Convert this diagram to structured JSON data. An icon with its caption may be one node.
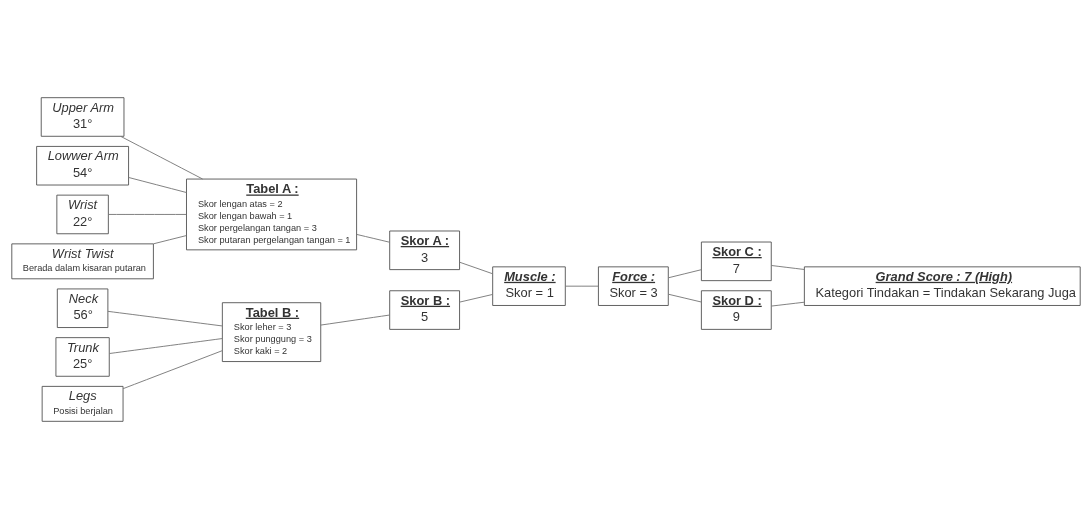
{
  "diagram": {
    "nodes": [
      {
        "text": [
          "Upper Arm",
          "31°"
        ]
      },
      {
        "text": [
          "Lowwer Arm",
          "54°"
        ]
      },
      {
        "text": [
          "Wrist",
          "22°"
        ]
      },
      {
        "text": [
          "Wrist Twist",
          "Berada dalam kisaran putaran"
        ]
      },
      {
        "text": [
          "Tabel A :",
          "Skor lengan atas = 2",
          "Skor lengan bawah = 1",
          "Skor pergelangan tangan = 3",
          "Skor putaran pergelangan tangan = 1"
        ]
      },
      {
        "text": [
          "Skor A :",
          "3"
        ]
      },
      {
        "text": [
          "Neck",
          "56°"
        ]
      },
      {
        "text": [
          "Trunk",
          "25°"
        ]
      },
      {
        "text": [
          "Legs",
          "Posisi berjalan"
        ]
      },
      {
        "text": [
          "Tabel B :",
          "Skor leher = 3",
          "Skor punggung = 3",
          "Skor kaki = 2"
        ]
      },
      {
        "text": [
          "Skor B :",
          "5"
        ]
      },
      {
        "text": [
          "Muscle :",
          "Skor = 1"
        ]
      },
      {
        "text": [
          "Force :",
          "Skor = 3"
        ]
      },
      {
        "text": [
          "Skor C :",
          "7"
        ]
      },
      {
        "text": [
          "Skor D :",
          "9"
        ]
      },
      {
        "text": [
          "Grand Score : 7 (High)",
          "Kategori Tindakan = Tindakan Sekarang Juga"
        ]
      }
    ],
    "edges": [
      {
        "from": 0,
        "to": 4,
        "arrow": "none"
      },
      {
        "from": 1,
        "to": 4,
        "arrow": "none"
      },
      {
        "from": 2,
        "to": 4,
        "arrow": "none"
      },
      {
        "from": 3,
        "to": 4,
        "arrow": "none"
      },
      {
        "from": 4,
        "to": 5,
        "arrow": "none"
      },
      {
        "from": 6,
        "to": 9,
        "arrow": "none"
      },
      {
        "from": 7,
        "to": 9,
        "arrow": "none"
      },
      {
        "from": 8,
        "to": 9,
        "arrow": "none"
      },
      {
        "from": 9,
        "to": 10,
        "arrow": "none"
      },
      {
        "from": 5,
        "to": 11,
        "arrow": "none"
      },
      {
        "from": 10,
        "to": 11,
        "arrow": "none"
      },
      {
        "from": 11,
        "to": 12,
        "arrow": "none"
      },
      {
        "from": 12,
        "to": 13,
        "arrow": "none"
      },
      {
        "from": 12,
        "to": 14,
        "arrow": "none"
      },
      {
        "from": 13,
        "to": 15,
        "arrow": "none"
      },
      {
        "from": 14,
        "to": 15,
        "arrow": "none"
      }
    ]
  }
}
